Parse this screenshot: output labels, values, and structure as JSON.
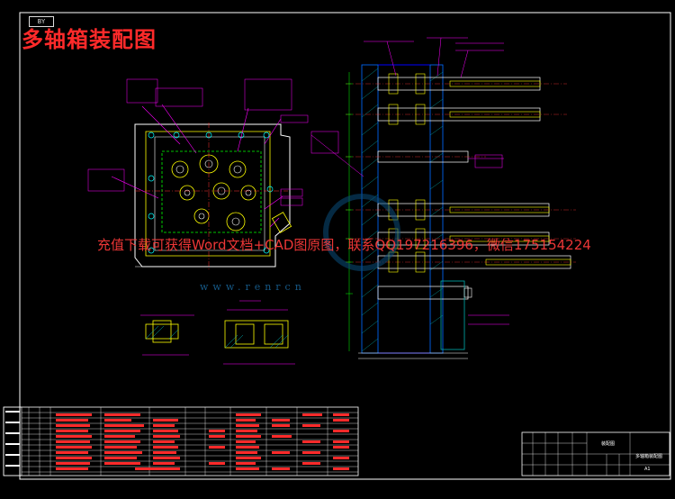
{
  "drawing": {
    "corner_tag": "BY",
    "title": "多轴箱装配图",
    "watermark": "充值下载可获得Word文档+CAD图原图，联系QQ197216396，微信175154224",
    "site": "www.renrcn"
  },
  "colors": {
    "background": "#000000",
    "frame": "#ffffff",
    "title": "#ff2a2a",
    "annotation": "#ff00ff",
    "outline": "#ffffff",
    "centerline": "#ff3333",
    "hatch": "#00b0b0",
    "dimension": "#00ff00",
    "shaft": "#0000ff"
  },
  "parts_table": {
    "row_count": 12
  },
  "title_block": {
    "name_label": "装配图",
    "drawing_label": "多轴箱装配图",
    "scale_label": "A1"
  }
}
